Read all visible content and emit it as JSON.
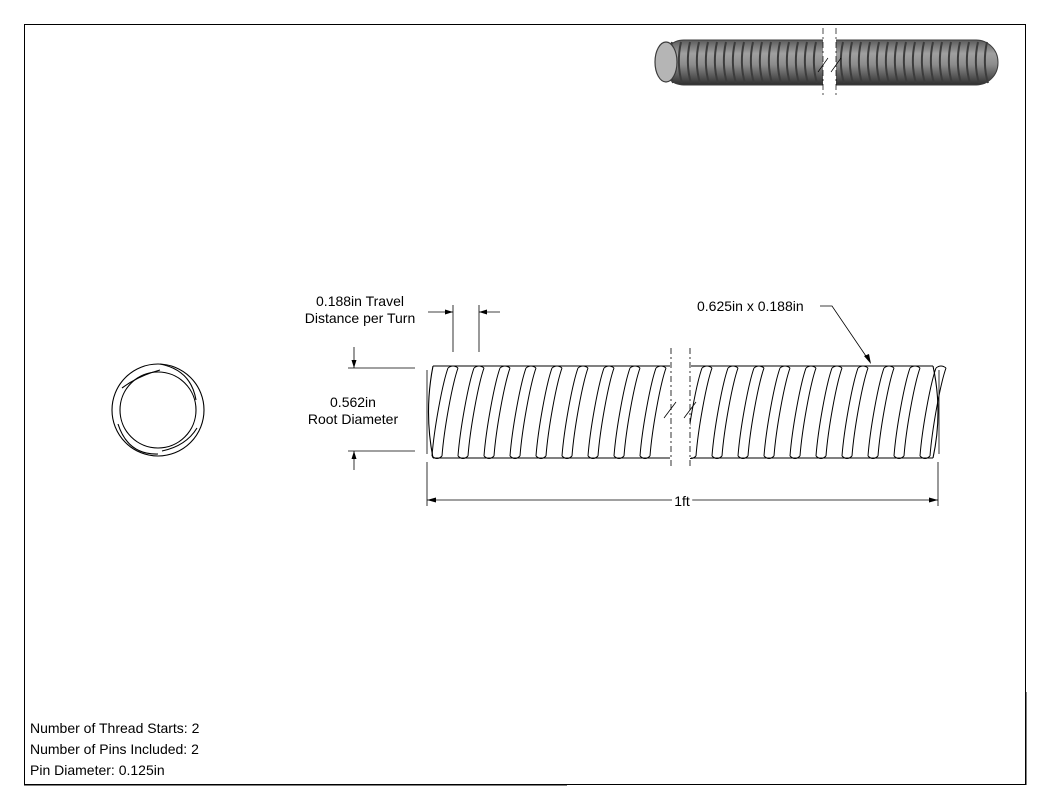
{
  "drawing": {
    "dimensions": {
      "lead": {
        "line1": "0.188in Travel",
        "line2": "Distance per Turn"
      },
      "root": {
        "line1": "0.562in",
        "line2": "Root Diameter"
      },
      "thread": "0.625in x 0.188in",
      "length": "1ft"
    },
    "notes": [
      "Number of Thread Starts: 2",
      "Number of Pins Included: 2",
      "Pin Diameter: 0.125in"
    ]
  },
  "colors": {
    "line": "#000000",
    "rod_shade": "#8a8a8a",
    "rod_dark": "#3c3c3c",
    "rod_end": "#b5b5b5"
  }
}
